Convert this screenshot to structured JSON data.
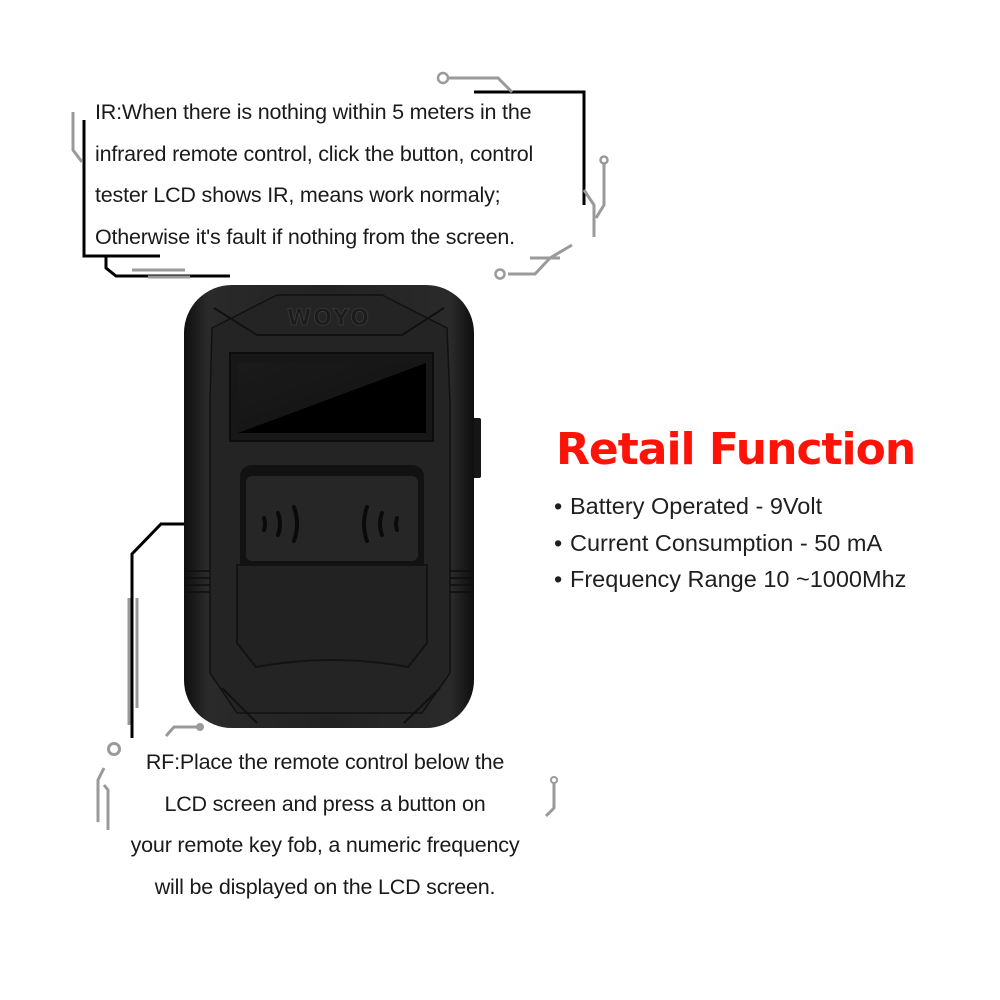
{
  "ir_section": {
    "lines": [
      "IR:When there is nothing within 5 meters in the",
      "infrared remote control, click the button, control",
      "tester LCD shows IR, means work normaly;",
      "Otherwise it's fault if nothing from the screen."
    ]
  },
  "rf_section": {
    "lines": [
      "RF:Place the remote control below the",
      "LCD screen and press a button on",
      "your remote key fob, a numeric frequency",
      "will be displayed on the LCD screen."
    ]
  },
  "retail_function": {
    "title": "Retail Function",
    "title_color": "#ff1208",
    "specs": [
      {
        "bullet": "•",
        "text": "Battery Operated - 9Volt"
      },
      {
        "bullet": "•",
        "text": "Current Consumption - 50 mA"
      },
      {
        "bullet": "•",
        "text": "Frequency Range 10 ~1000Mhz"
      }
    ]
  },
  "device": {
    "brand": "WOYO",
    "body_color": "#1c1c1c",
    "icons": [
      "signal-waves-icon",
      "signal-waves-icon"
    ]
  },
  "decoration": {
    "line_dark": "#000000",
    "line_gray": "#9a9a9a"
  }
}
